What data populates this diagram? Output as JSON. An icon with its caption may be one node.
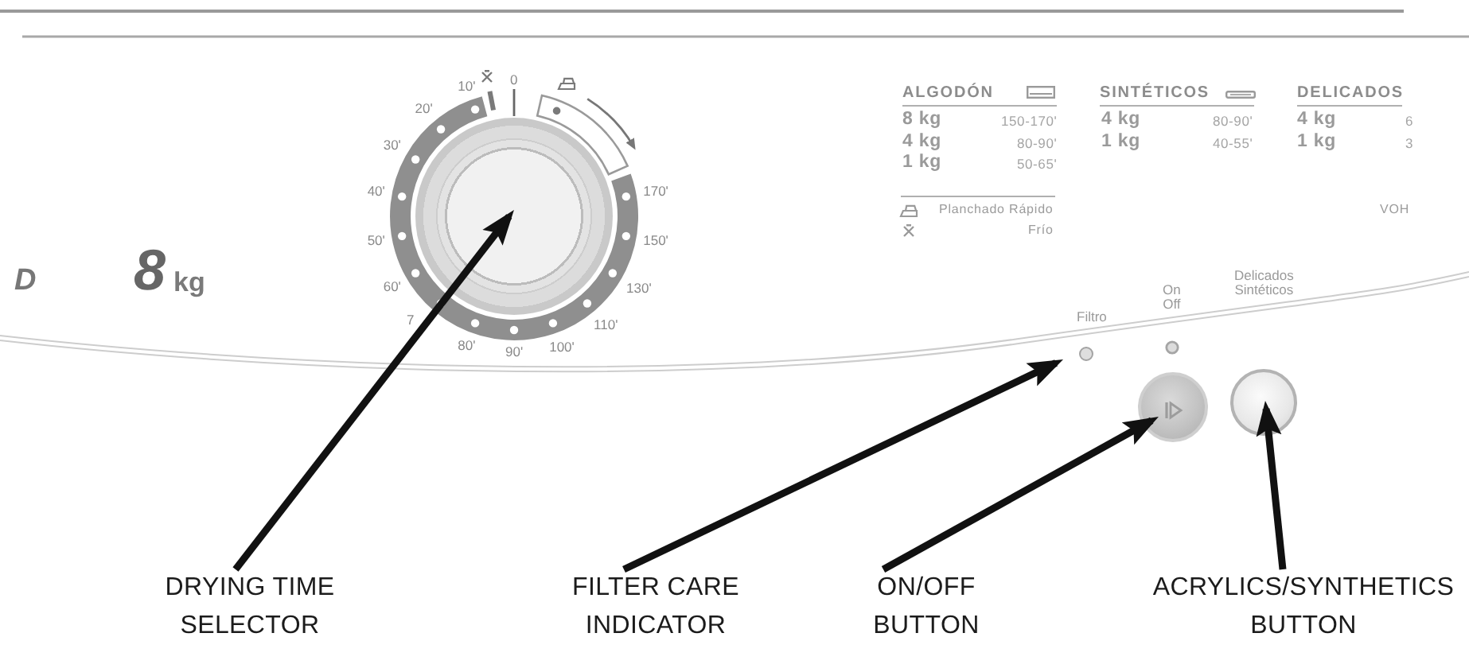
{
  "diagram": {
    "nodes": [
      {
        "text": [],
        "shape": "circle"
      },
      {
        "text": [],
        "shape": "circle"
      },
      {
        "text": [],
        "shape": "circle"
      },
      {
        "text": [],
        "shape": "circle"
      },
      {
        "text": [
          "DRYING TIME SELECTOR"
        ]
      },
      {
        "text": [
          "FILTER CARE INDICATOR"
        ]
      },
      {
        "text": [
          "ON/OFF BUTTON"
        ]
      },
      {
        "text": [
          "ACRYLICS/SYNTHETICS BUTTON"
        ]
      }
    ],
    "edges": [
      {
        "from": 4,
        "to": 0,
        "arrow": "to"
      },
      {
        "from": 5,
        "to": 1,
        "arrow": "to"
      },
      {
        "from": 6,
        "to": 2,
        "arrow": "to"
      },
      {
        "from": 7,
        "to": 3,
        "arrow": "to"
      }
    ],
    "labels": [
      "10'",
      "20'",
      "30'",
      "40'",
      "50'",
      "60'",
      "7",
      "80'",
      "90'",
      "100'",
      "110'",
      "130'",
      "150'",
      "170'",
      "0",
      "D",
      "8",
      "kg",
      "ALGODÓN",
      "SINTÉTICOS",
      "DELICADOS",
      "8 kg",
      "150-170'",
      "4 kg",
      "80-90'",
      "4 kg",
      "6",
      "4 kg",
      "80-90'",
      "1 kg",
      "40-55'",
      "1 kg",
      "3",
      "1 kg",
      "50-65'",
      "Planchado Rápido",
      "VOH",
      "Frío",
      "Filtro",
      "On Off",
      "Delicados Sintéticos"
    ]
  }
}
